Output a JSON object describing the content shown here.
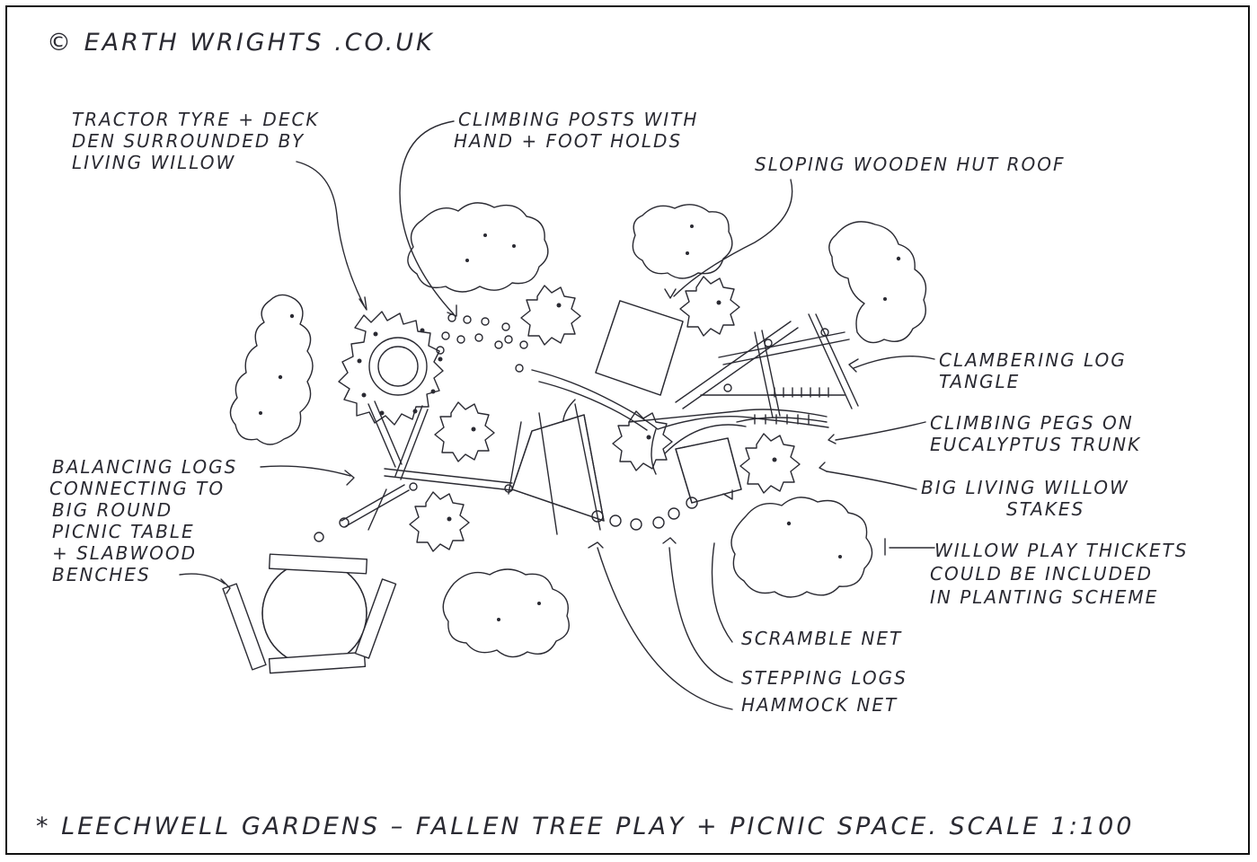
{
  "copyright": "© EARTH WRIGHTS .CO.UK",
  "title": "* LEECHWELL GARDENS – FALLEN TREE PLAY + PICNIC SPACE. SCALE 1:100",
  "labels": {
    "tractor": [
      "TRACTOR TYRE + DECK",
      "DEN SURROUNDED BY",
      "LIVING WILLOW"
    ],
    "posts": [
      "CLIMBING POSTS WITH",
      "HAND + FOOT HOLDS"
    ],
    "roof": [
      "SLOPING WOODEN HUT ROOF"
    ],
    "tangle": [
      "CLAMBERING LOG",
      "TANGLE"
    ],
    "pegs": [
      "CLIMBING PEGS ON",
      "EUCALYPTUS TRUNK"
    ],
    "stakes": [
      "BIG LIVING WILLOW",
      "STAKES"
    ],
    "thickets": [
      "WILLOW PLAY THICKETS",
      "COULD BE INCLUDED",
      "IN PLANTING SCHEME"
    ],
    "balancing": [
      "BALANCING LOGS",
      "CONNECTING TO",
      "BIG ROUND",
      "PICNIC TABLE",
      "+ SLABWOOD",
      "BENCHES"
    ],
    "scramble": [
      "SCRAMBLE NET"
    ],
    "stepping": [
      "STEPPING LOGS"
    ],
    "hammock": [
      "HAMMOCK NET"
    ]
  }
}
